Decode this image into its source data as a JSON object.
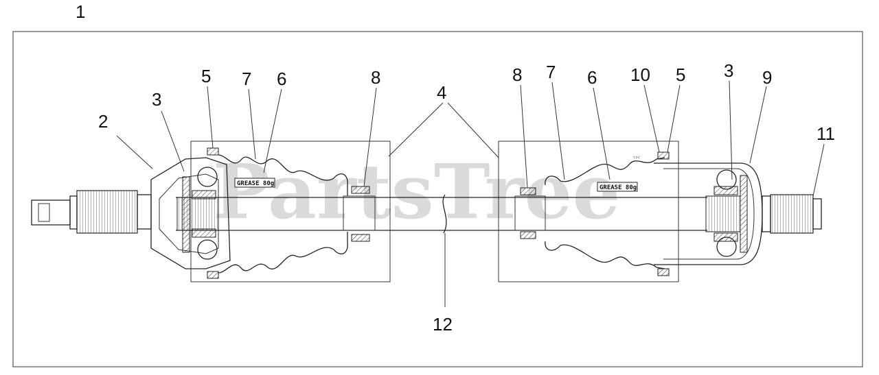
{
  "diagram": {
    "callout_labels": {
      "assembly": "1",
      "outer_housing": "2",
      "bearing_left": "3",
      "bearing_right": "3",
      "clamp_left": "5",
      "clamp_right": "5",
      "grease_left": "6",
      "grease_right": "6",
      "boot_left": "7",
      "boot_right": "7",
      "band_left": "8",
      "band_right": "8",
      "boot_kit": "4",
      "inner_housing": "9",
      "clip": "10",
      "spline_end": "11",
      "shaft": "12"
    },
    "grease_tag": "GREASE 80g",
    "watermark": "PartsTree",
    "watermark_tm": "™"
  }
}
